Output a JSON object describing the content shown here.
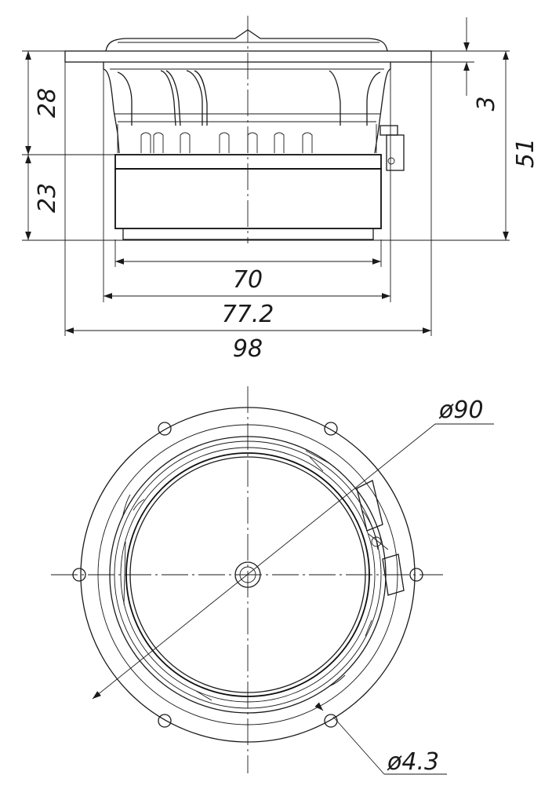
{
  "side_view": {
    "height_upper": "28",
    "height_lower": "23",
    "flange_thickness": "3",
    "total_height": "51",
    "magnet_width": "70",
    "frame_width": "77.2",
    "flange_width": "98"
  },
  "front_view": {
    "outer_diameter": "ø90",
    "hole_diameter": "ø4.3"
  }
}
